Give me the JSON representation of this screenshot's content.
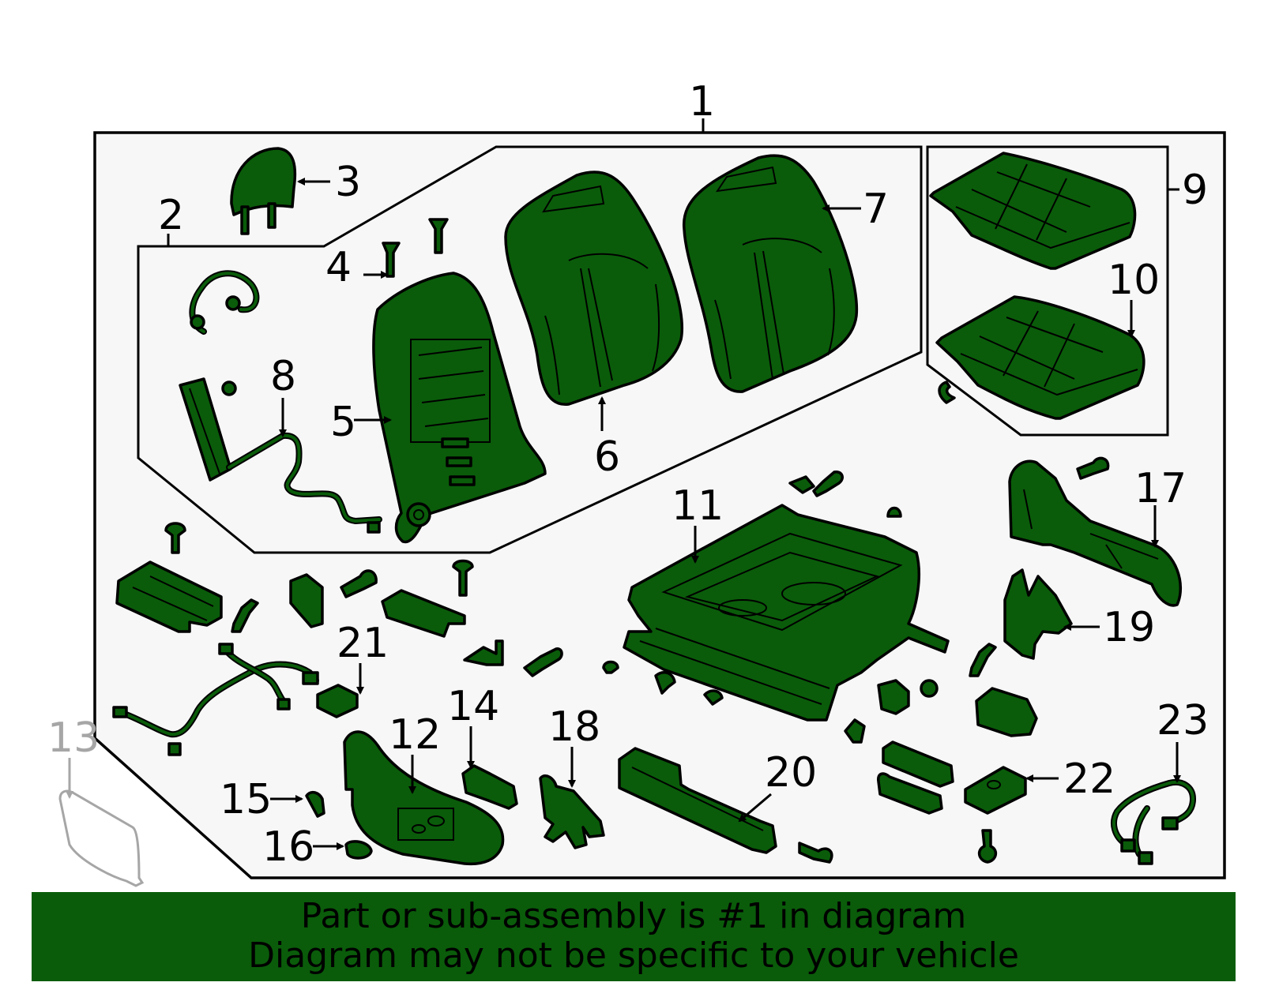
{
  "callouts": {
    "c1": "1",
    "c2": "2",
    "c3": "3",
    "c4": "4",
    "c5": "5",
    "c6": "6",
    "c7": "7",
    "c8": "8",
    "c9": "9",
    "c10": "10",
    "c11": "11",
    "c12": "12",
    "c13": "13",
    "c14": "14",
    "c15": "15",
    "c16": "16",
    "c17": "17",
    "c18": "18",
    "c19": "19",
    "c20": "20",
    "c21": "21",
    "c22": "22",
    "c23": "23"
  },
  "banner": {
    "line1": "Part or sub-assembly is #1 in diagram",
    "line2": "Diagram may not be specific to your vehicle"
  },
  "colors": {
    "part_fill": "#0a5c0a",
    "banner_fill": "#0a5c0a",
    "outline": "#000000",
    "background": "#f7f7f7",
    "reference_part": "#a6a6a6"
  }
}
